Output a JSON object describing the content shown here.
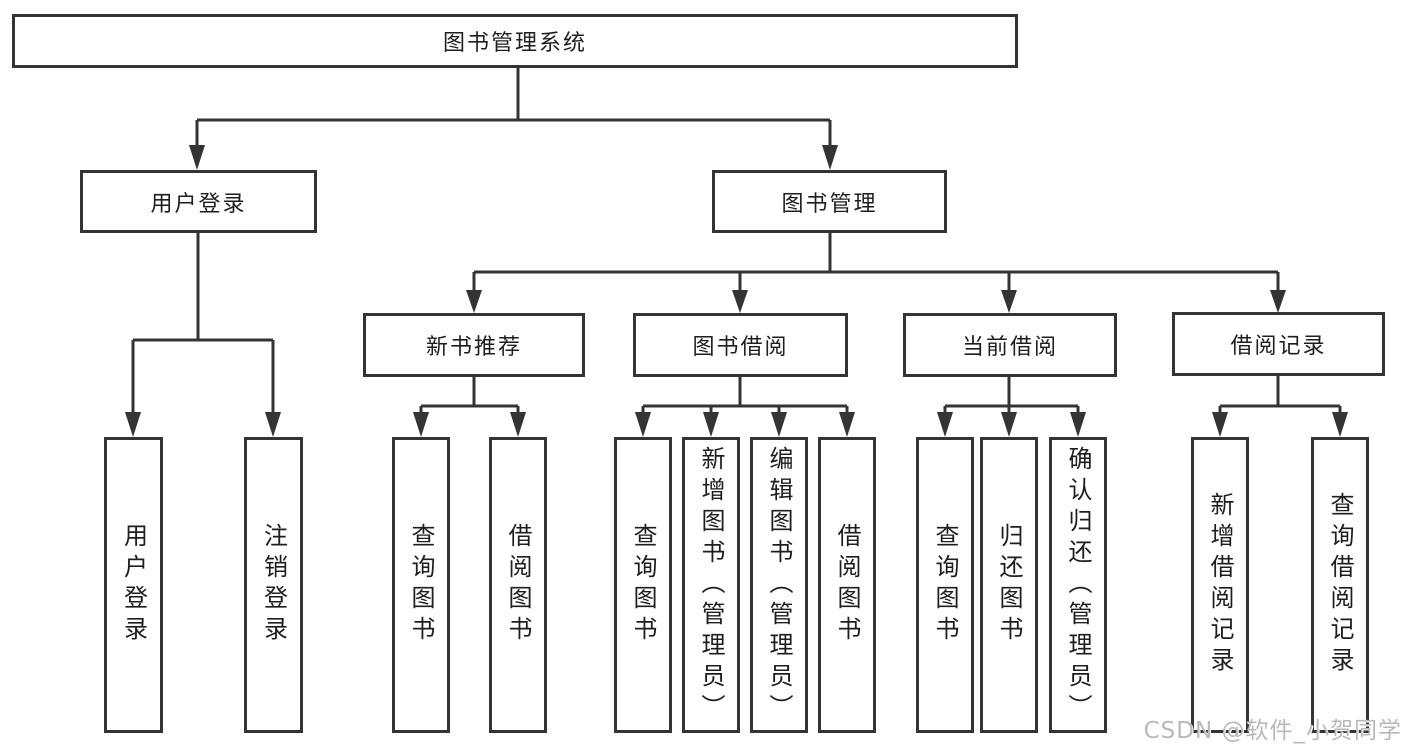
{
  "diagram": {
    "root": "图书管理系统",
    "user_login": {
      "label": "用户登录",
      "children": [
        "用户登录",
        "注销登录"
      ]
    },
    "book_mgmt": {
      "label": "图书管理",
      "sections": [
        {
          "label": "新书推荐",
          "children": [
            "查询图书",
            "借阅图书"
          ]
        },
        {
          "label": "图书借阅",
          "children": [
            "查询图书",
            "新增图书（管理员）",
            "编辑图书（管理员）",
            "借阅图书"
          ]
        },
        {
          "label": "当前借阅",
          "children": [
            "查询图书",
            "归还图书",
            "确认归还（管理员）"
          ]
        },
        {
          "label": "借阅记录",
          "children": [
            "新增借阅记录",
            "查询借阅记录"
          ]
        }
      ]
    }
  },
  "watermark": "CSDN @软件_小贺同学",
  "colors": {
    "line": "#343434",
    "box_border": "#343434",
    "box_fill": "#ffffff",
    "text": "#1e1e1e",
    "watermark": "#b9b9b9",
    "background": "#ffffff"
  }
}
